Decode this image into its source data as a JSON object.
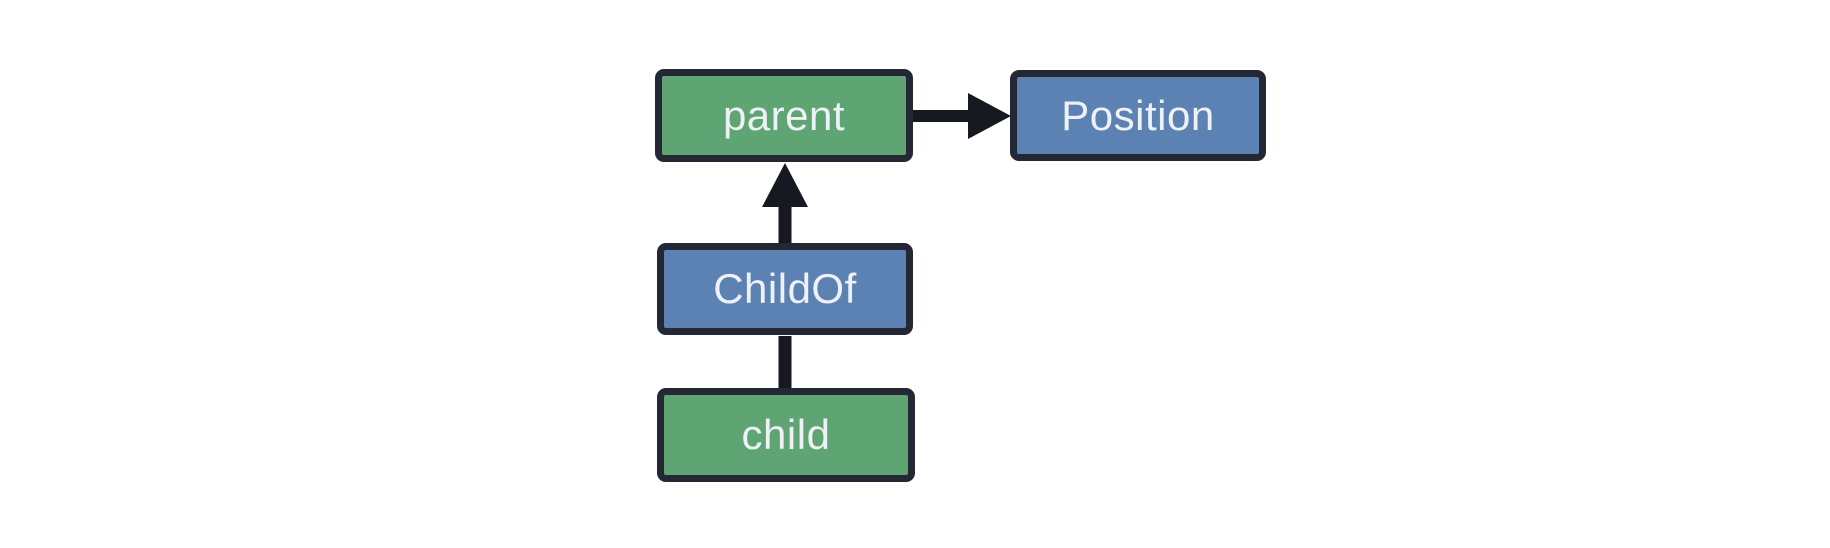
{
  "diagram": {
    "nodes": [
      {
        "id": "parent",
        "label": "parent",
        "fill": "green"
      },
      {
        "id": "Position",
        "label": "Position",
        "fill": "blue"
      },
      {
        "id": "ChildOf",
        "label": "ChildOf",
        "fill": "blue"
      },
      {
        "id": "child",
        "label": "child",
        "fill": "green"
      }
    ],
    "edges": [
      {
        "from": "parent",
        "to": "Position",
        "connector": "arrow",
        "direction": "right"
      },
      {
        "from": "ChildOf",
        "to": "parent",
        "connector": "arrow",
        "direction": "up"
      },
      {
        "from": "child",
        "to": "ChildOf",
        "connector": "line",
        "direction": "up"
      }
    ]
  },
  "colors": {
    "background": "#ffffff",
    "node_green": "#5fa573",
    "node_blue": "#5b82b2",
    "node_border": "#232834",
    "node_text": "#eef1f6",
    "connector": "#16191f"
  }
}
